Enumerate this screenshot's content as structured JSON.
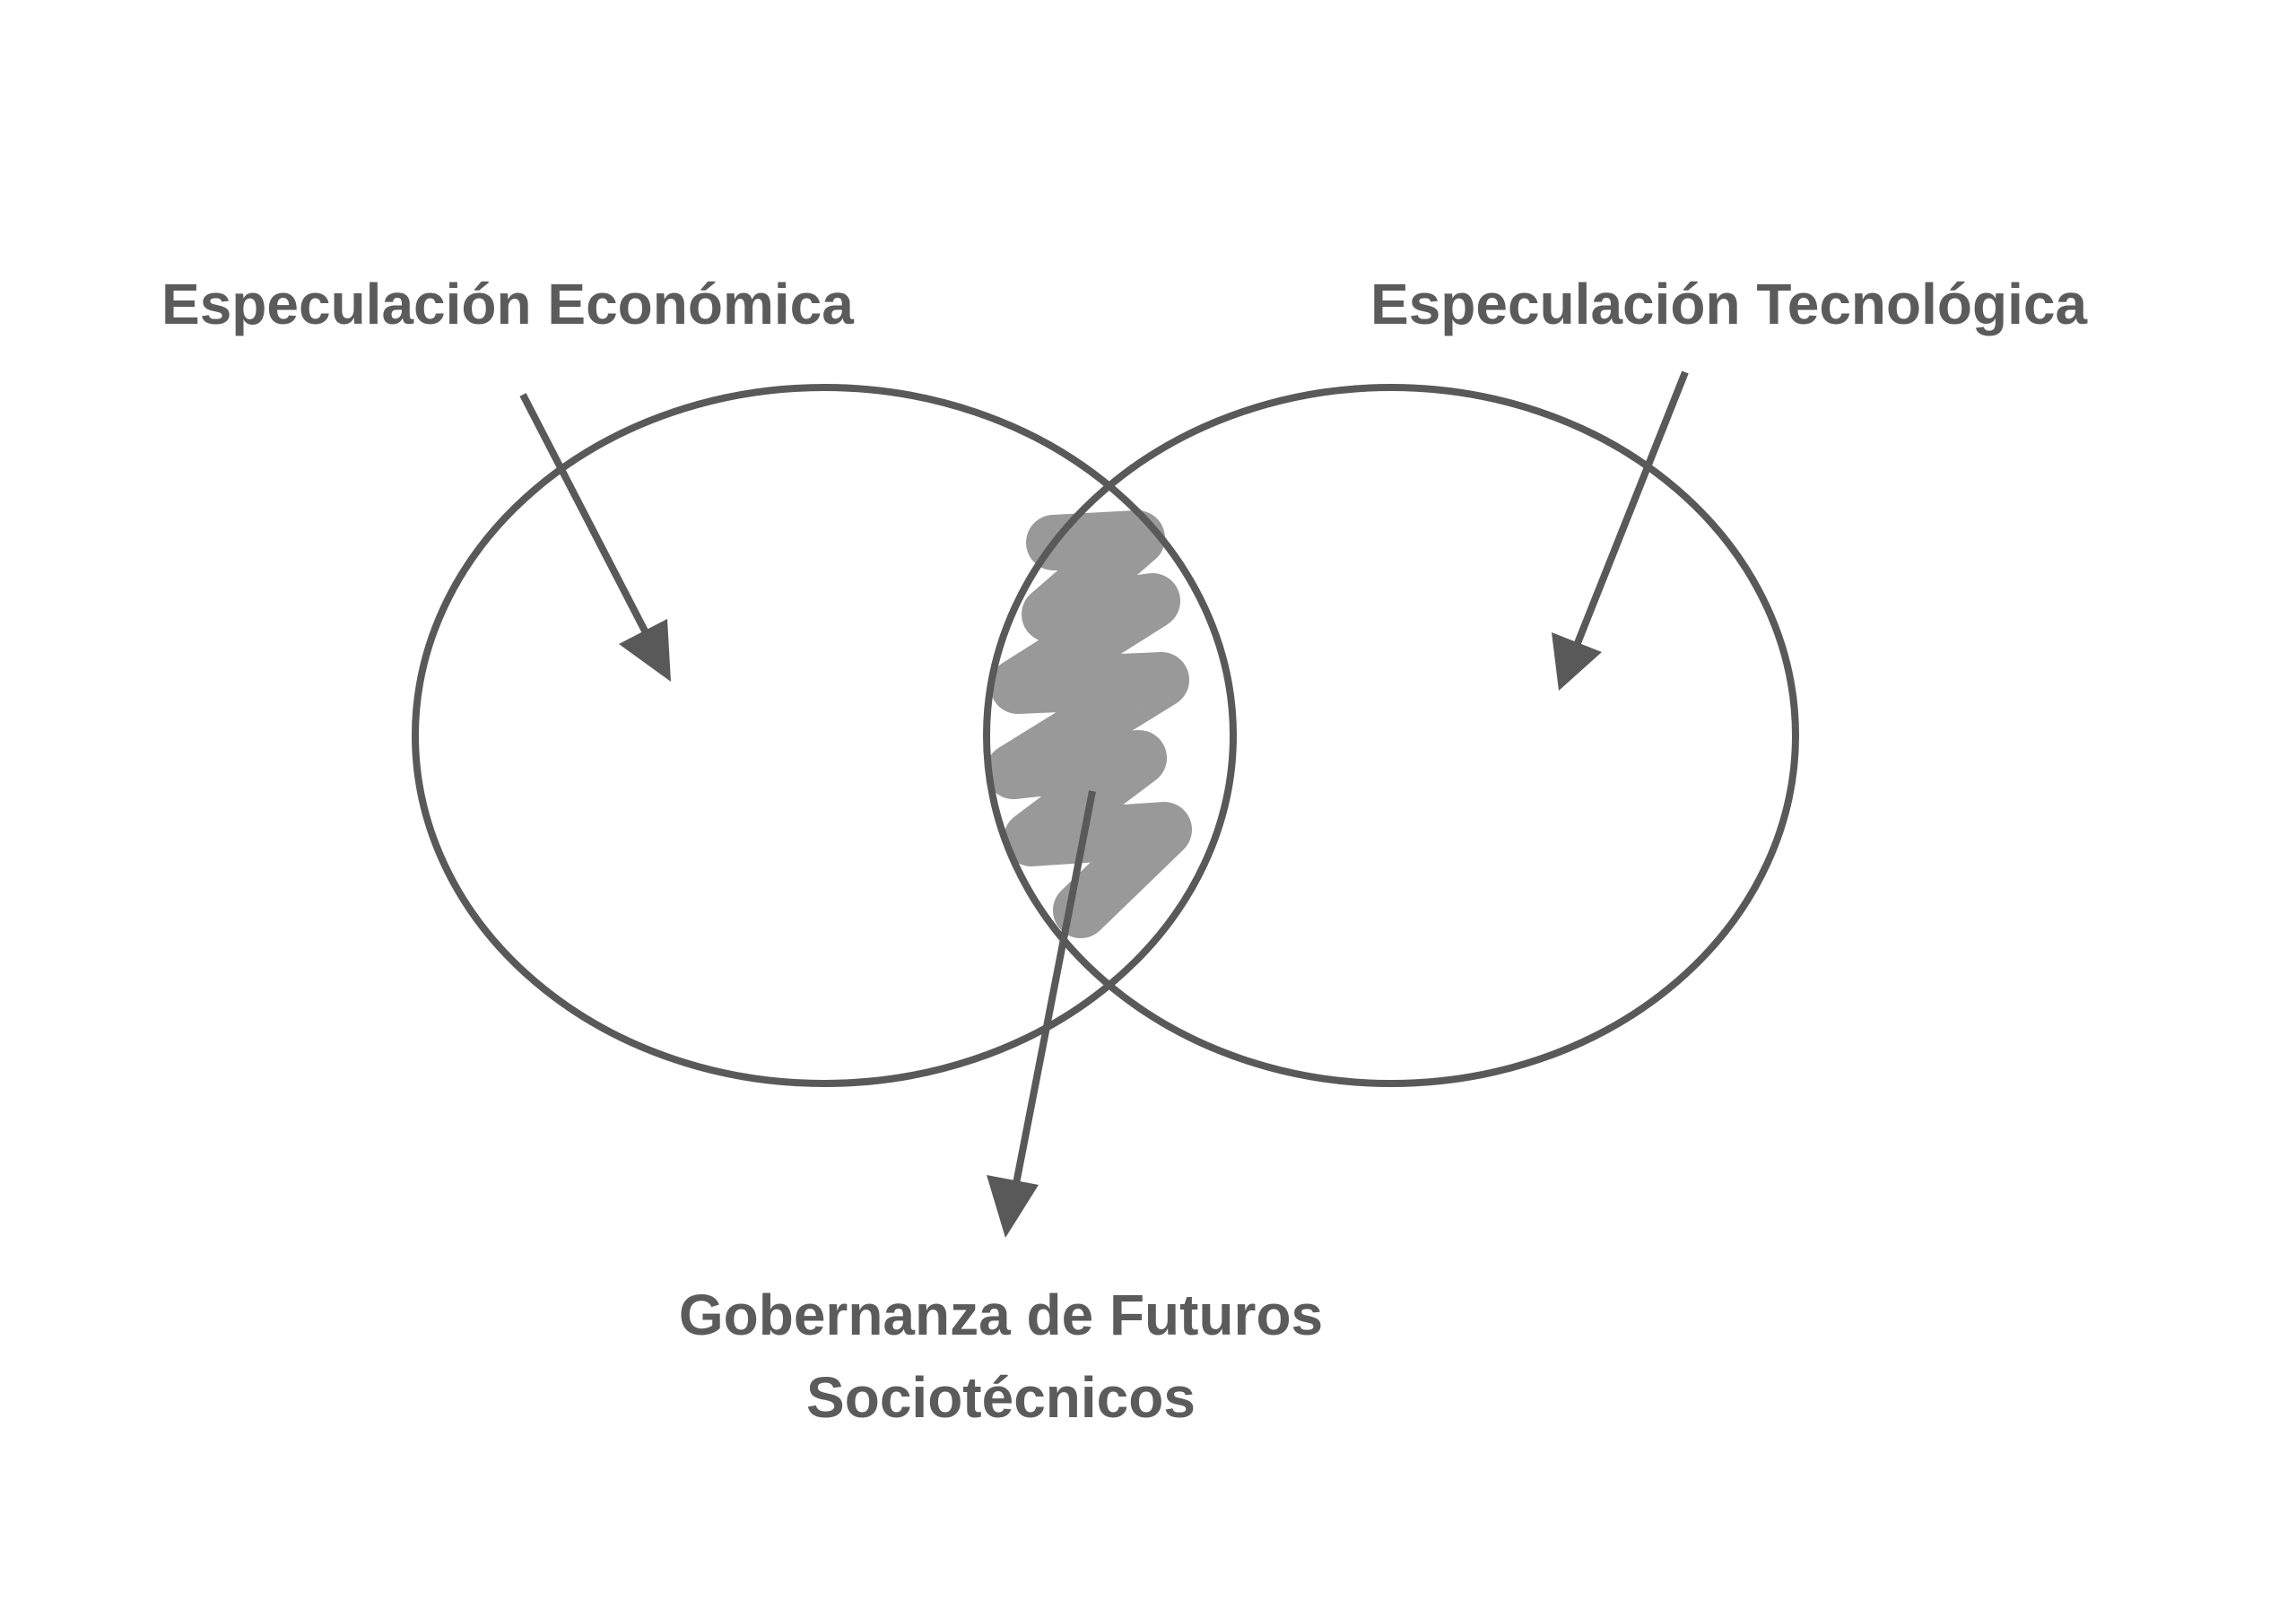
{
  "labels": {
    "economic": "Especulación Económica",
    "technological": "Especulación Tecnológica",
    "governance_line1": "Gobernanza de Futuros",
    "governance_line2": "Sociotécnicos"
  },
  "colors": {
    "stroke": "#595959",
    "squiggle": "#999999",
    "text": "#5b5b5b"
  }
}
